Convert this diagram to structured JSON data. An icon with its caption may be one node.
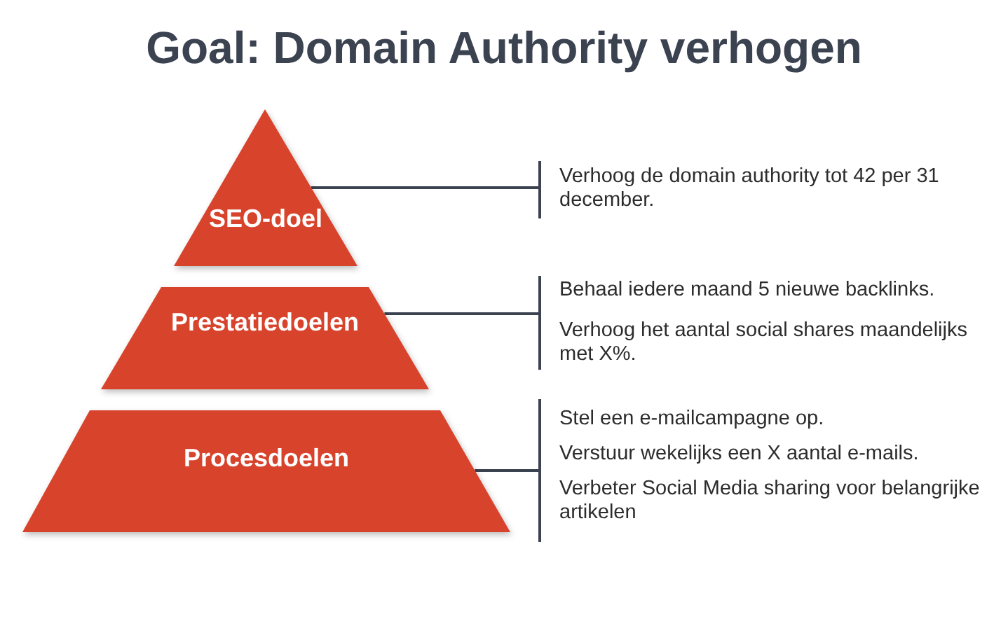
{
  "diagram": {
    "title": "Goal: Domain Authority verhogen",
    "nodes": [
      {
        "text": [
          "SEO-doel"
        ]
      },
      {
        "text": [
          "Verhoog de domain authority tot 42 per 31 december."
        ]
      },
      {
        "text": [
          "Prestatiedoelen"
        ]
      },
      {
        "text": [
          "Behaal iedere maand 5 nieuwe backlinks.",
          "Verhoog het aantal social shares maandelijks met X%."
        ]
      },
      {
        "text": [
          "Procesdoelen"
        ]
      },
      {
        "text": [
          "Stel een e-mailcampagne op.",
          "Verstuur wekelijks een X aantal e-mails.",
          "Verbeter Social Media sharing voor belangrijke artikelen"
        ]
      }
    ],
    "edges": [
      {
        "from": 0,
        "to": 1,
        "arrow": "none"
      },
      {
        "from": 2,
        "to": 3,
        "arrow": "none"
      },
      {
        "from": 4,
        "to": 5,
        "arrow": "none"
      }
    ]
  }
}
